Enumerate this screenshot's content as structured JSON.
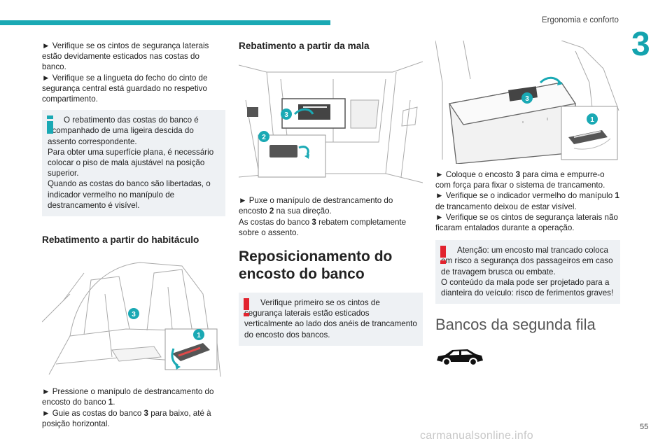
{
  "header": {
    "section_title": "Ergonomia e conforto",
    "chapter_number": "3",
    "accent_color": "#1aa9b4"
  },
  "col1": {
    "bullet1": "► Verifique se os cintos de segurança laterais estão devidamente esticados nas costas do banco.",
    "bullet2": "► Verifique se a lingueta do fecho do cinto de segurança central está guardado no respetivo compartimento.",
    "info_icon": "info-icon",
    "info_p1": "O rebatimento das costas do banco é acompanhado de uma ligeira descida do assento correspondente.",
    "info_p2": "Para obter uma superfície plana, é necessário colocar o piso de mala ajustável na posição superior.",
    "info_p3": "Quando as costas do banco são libertadas, o indicador vermelho no manípulo de destrancamento é visível.",
    "heading": "Rebatimento a partir do habitáculo",
    "illus_labels": [
      "3",
      "1"
    ],
    "step1_prefix": "► Pressione o manípulo de destrancamento do encosto do banco ",
    "step1_num": "1",
    "step1_suffix": ".",
    "step2_prefix": "► Guie as costas do banco ",
    "step2_num": "3",
    "step2_suffix": " para baixo, até à posição horizontal."
  },
  "col2": {
    "heading": "Rebatimento a partir da mala",
    "illus_labels": [
      "3",
      "2"
    ],
    "step1_prefix": "► Puxe o manípulo de destrancamento do encosto ",
    "step1_num": "2",
    "step1_suffix": " na sua direção.",
    "step2_prefix": "As costas do banco ",
    "step2_num": "3",
    "step2_suffix": " rebatem completamente sobre o assento.",
    "big_heading": "Reposicionamento do encosto do banco",
    "warn_icon": "warning-icon",
    "warn_text": "Verifique primeiro se os cintos de segurança laterais estão esticados verticalmente ao lado dos anéis de trancamento do encosto dos bancos."
  },
  "col3": {
    "illus_labels": [
      "3",
      "1"
    ],
    "step1_prefix": "► Coloque o encosto ",
    "step1_num": "3",
    "step1_suffix": " para cima e empurre-o com força para fixar o sistema de trancamento.",
    "step2_prefix": "► Verifique se o indicador vermelho do manípulo ",
    "step2_num": "1",
    "step2_suffix": " de trancamento deixou de estar visível.",
    "step3": "► Verifique se os cintos de segurança laterais não ficaram entalados durante a operação.",
    "warn_icon": "warning-icon",
    "warn_p1": "Atenção: um encosto mal trancado coloca em risco a segurança dos passageiros em caso de travagem brusca ou embate.",
    "warn_p2": "O conteúdo da mala pode ser projetado para a dianteira do veículo: risco de ferimentos graves!",
    "section_heading": "Bancos da segunda fila",
    "car_icon": "car-silhouette-icon"
  },
  "footer": {
    "page_number": "55",
    "watermark": "carmanualsonline.info"
  }
}
